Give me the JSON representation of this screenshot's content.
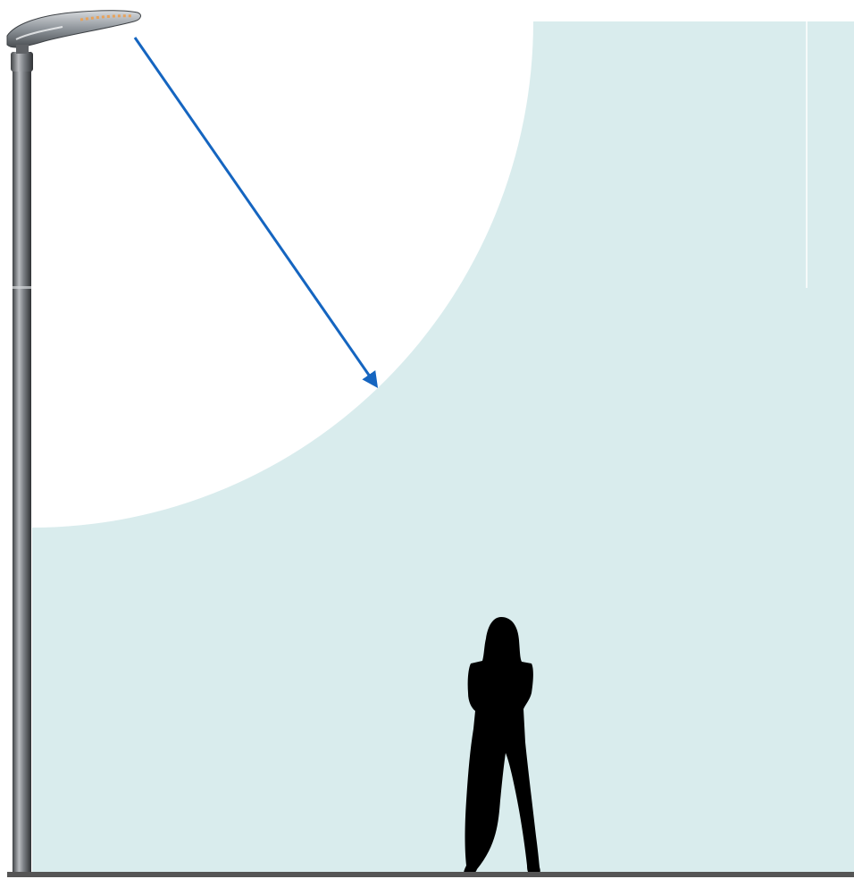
{
  "scene": {
    "elements": [
      "street-lamp",
      "light-direction-arrow",
      "illuminated-zone",
      "person-silhouette",
      "ground-line"
    ]
  },
  "colors": {
    "background": "#ffffff",
    "illuminated_zone": "#d9eced",
    "arrow": "#1565c0",
    "pole": "#5f6266",
    "pole_highlight": "#b9bcc0",
    "lamp_body": "#8e949a",
    "lamp_light": "#e8a25a",
    "silhouette": "#000000",
    "ground": "#555555"
  }
}
